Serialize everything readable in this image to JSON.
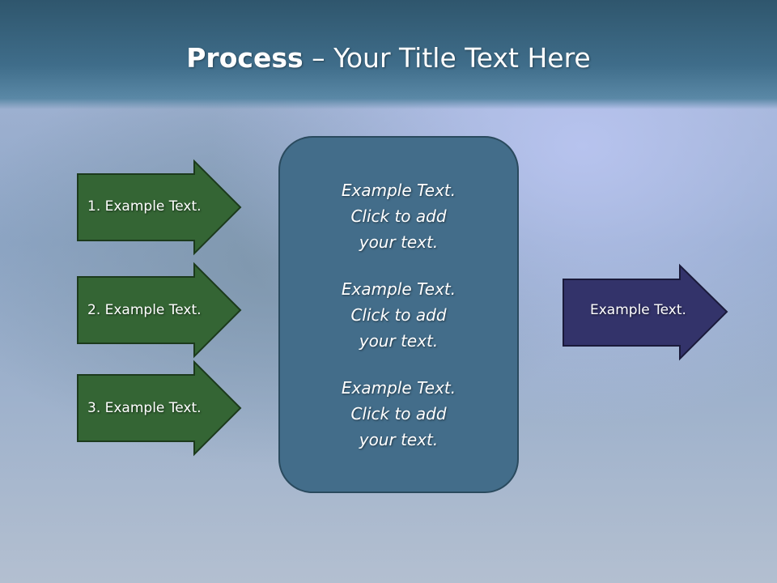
{
  "title": {
    "bold": "Process",
    "rest": " – Your Title Text Here"
  },
  "left_arrows": [
    {
      "label": "1. Example Text."
    },
    {
      "label": "2. Example Text."
    },
    {
      "label": "3. Example Text."
    }
  ],
  "center_box": {
    "paragraphs": [
      "Example Text.\nClick  to add\nyour text.",
      "Example Text.\nClick  to add\nyour text.",
      "Example Text.\nClick  to add\nyour text."
    ]
  },
  "right_arrow": {
    "label": "Example Text."
  },
  "colors": {
    "green_arrow": "#346534",
    "blue_arrow": "#33336a",
    "center_box": "#436d8a"
  }
}
